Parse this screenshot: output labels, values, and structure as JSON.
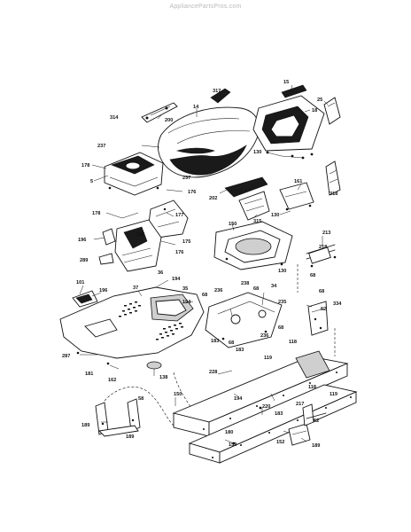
{
  "watermark": "AppliancePartsPros.com",
  "part_labels": [
    {
      "id": "p15",
      "text": "15"
    },
    {
      "id": "p25",
      "text": "25"
    },
    {
      "id": "p317",
      "text": "317"
    },
    {
      "id": "p18",
      "text": "18"
    },
    {
      "id": "p14",
      "text": "14"
    },
    {
      "id": "p314",
      "text": "314"
    },
    {
      "id": "p200",
      "text": "200"
    },
    {
      "id": "p237a",
      "text": "237"
    },
    {
      "id": "p130a",
      "text": "130"
    },
    {
      "id": "p178a",
      "text": "178"
    },
    {
      "id": "p5",
      "text": "5"
    },
    {
      "id": "p237b",
      "text": "237"
    },
    {
      "id": "p176a",
      "text": "176"
    },
    {
      "id": "p202",
      "text": "202"
    },
    {
      "id": "p161",
      "text": "161"
    },
    {
      "id": "p318",
      "text": "318"
    },
    {
      "id": "p178b",
      "text": "178"
    },
    {
      "id": "p177",
      "text": "177"
    },
    {
      "id": "p315",
      "text": "315"
    },
    {
      "id": "p130b",
      "text": "130"
    },
    {
      "id": "p150",
      "text": "150"
    },
    {
      "id": "p196",
      "text": "196"
    },
    {
      "id": "p182",
      "text": "182"
    },
    {
      "id": "p175",
      "text": "175"
    },
    {
      "id": "p213",
      "text": "213"
    },
    {
      "id": "p218",
      "text": "218"
    },
    {
      "id": "p289",
      "text": "289"
    },
    {
      "id": "p176b",
      "text": "176"
    },
    {
      "id": "p130c",
      "text": "130"
    },
    {
      "id": "p36",
      "text": "36"
    },
    {
      "id": "p194a",
      "text": "194"
    },
    {
      "id": "p35",
      "text": "35"
    },
    {
      "id": "p238",
      "text": "238"
    },
    {
      "id": "p68a",
      "text": "68"
    },
    {
      "id": "p68b",
      "text": "68"
    },
    {
      "id": "p34",
      "text": "34"
    },
    {
      "id": "p68c",
      "text": "68"
    },
    {
      "id": "p101",
      "text": "101"
    },
    {
      "id": "p196b",
      "text": "196"
    },
    {
      "id": "p37",
      "text": "37"
    },
    {
      "id": "p68d",
      "text": "68"
    },
    {
      "id": "p236a",
      "text": "236"
    },
    {
      "id": "p194b",
      "text": "194"
    },
    {
      "id": "p235",
      "text": "235"
    },
    {
      "id": "p334",
      "text": "334"
    },
    {
      "id": "p62",
      "text": "62"
    },
    {
      "id": "p68e",
      "text": "68"
    },
    {
      "id": "p236b",
      "text": "236"
    },
    {
      "id": "p183a",
      "text": "183"
    },
    {
      "id": "p68f",
      "text": "68"
    },
    {
      "id": "p183b",
      "text": "183"
    },
    {
      "id": "p118a",
      "text": "118"
    },
    {
      "id": "p287",
      "text": "287"
    },
    {
      "id": "p119a",
      "text": "119"
    },
    {
      "id": "p181",
      "text": "181"
    },
    {
      "id": "p228",
      "text": "228"
    },
    {
      "id": "p162",
      "text": "162"
    },
    {
      "id": "p138",
      "text": "138"
    },
    {
      "id": "p118b",
      "text": "118"
    },
    {
      "id": "p119b",
      "text": "119"
    },
    {
      "id": "p58",
      "text": "58"
    },
    {
      "id": "p150b",
      "text": "150"
    },
    {
      "id": "p194c",
      "text": "194"
    },
    {
      "id": "p217",
      "text": "217"
    },
    {
      "id": "p220",
      "text": "220"
    },
    {
      "id": "p183c",
      "text": "183"
    },
    {
      "id": "p52",
      "text": "52"
    },
    {
      "id": "p189a",
      "text": "189"
    },
    {
      "id": "p189b",
      "text": "189"
    },
    {
      "id": "p180",
      "text": "180"
    },
    {
      "id": "p159",
      "text": "159"
    },
    {
      "id": "p152",
      "text": "152"
    },
    {
      "id": "p189c",
      "text": "189"
    }
  ]
}
